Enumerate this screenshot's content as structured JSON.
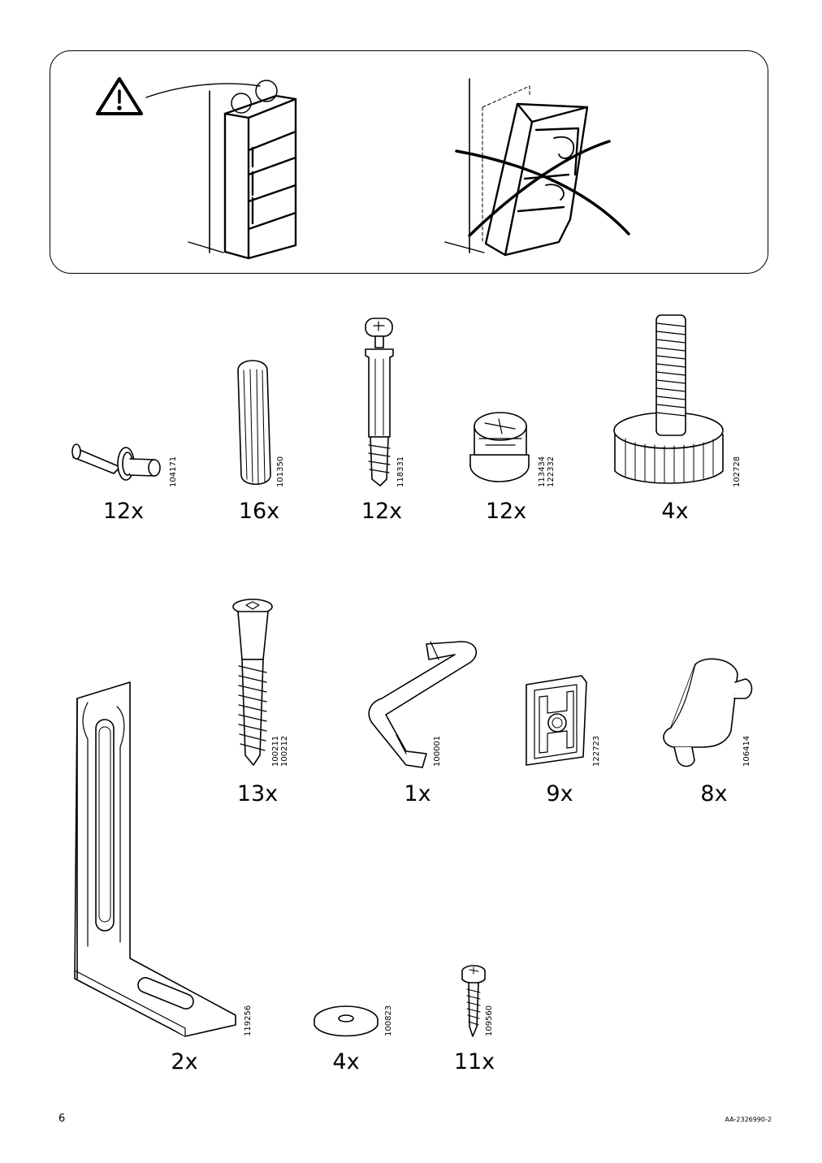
{
  "page": {
    "number": "6",
    "doc_id": "AA-2326990-2"
  },
  "warning": {
    "icon": "warning-triangle-icon"
  },
  "parts": [
    {
      "name": "cam-dowel",
      "code": "104171",
      "qty": "12x"
    },
    {
      "name": "wooden-dowel",
      "code": "101350",
      "qty": "16x"
    },
    {
      "name": "cam-bolt",
      "code": "118331",
      "qty": "12x"
    },
    {
      "name": "cam-lock",
      "code": "113434\n122332",
      "qty": "12x"
    },
    {
      "name": "adjustable-foot",
      "code": "102728",
      "qty": "4x"
    },
    {
      "name": "l-bracket",
      "code": "119256",
      "qty": "2x"
    },
    {
      "name": "screw",
      "code": "100211\n100212",
      "qty": "13x"
    },
    {
      "name": "allen-key",
      "code": "100001",
      "qty": "1x"
    },
    {
      "name": "clip",
      "code": "122723",
      "qty": "9x"
    },
    {
      "name": "shelf-support",
      "code": "106414",
      "qty": "8x"
    },
    {
      "name": "washer",
      "code": "100823",
      "qty": "4x"
    },
    {
      "name": "wood-screw",
      "code": "109560",
      "qty": "11x"
    }
  ]
}
